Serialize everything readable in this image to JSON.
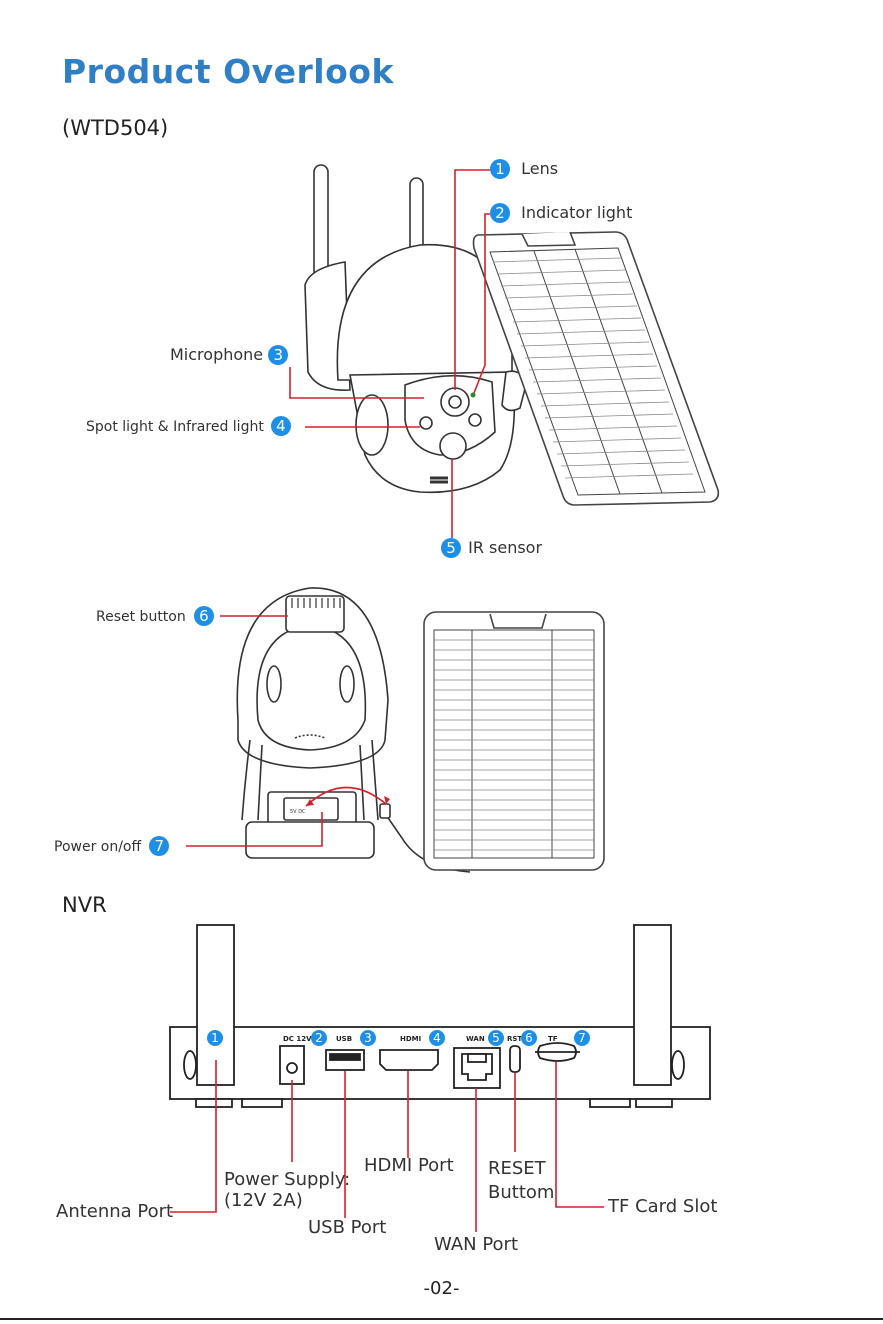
{
  "page": {
    "title": "Product  Overlook",
    "model": "(WTD504)",
    "nvr_heading": "NVR",
    "page_number": "-02-"
  },
  "camera": {
    "callouts": [
      {
        "num": "1",
        "label": "Lens"
      },
      {
        "num": "2",
        "label": "Indicator light"
      },
      {
        "num": "3",
        "label": "Microphone"
      },
      {
        "num": "4",
        "label": "Spot light & Infrared light"
      },
      {
        "num": "5",
        "label": "IR sensor"
      },
      {
        "num": "6",
        "label": "Reset button"
      },
      {
        "num": "7",
        "label": "Power on/off"
      }
    ],
    "port_text": "5V  DC"
  },
  "nvr": {
    "badges": [
      "1",
      "2",
      "3",
      "4",
      "5",
      "6",
      "7"
    ],
    "port_labels": [
      "DC 12V",
      "USB",
      "HDMI",
      "WAN",
      "RST",
      "TF"
    ],
    "callouts": {
      "antenna": "Antenna Port",
      "power_line1": "Power Supply:",
      "power_line2": "(12V 2A)",
      "usb": "USB Port",
      "hdmi": "HDMI Port",
      "wan": "WAN Port",
      "reset_line1": "RESET",
      "reset_line2": "Buttom",
      "tf": "TF Card Slot"
    }
  },
  "colors": {
    "title": "#2f7fc6",
    "badge": "#1e8fe6",
    "leader": "#d6212a"
  }
}
